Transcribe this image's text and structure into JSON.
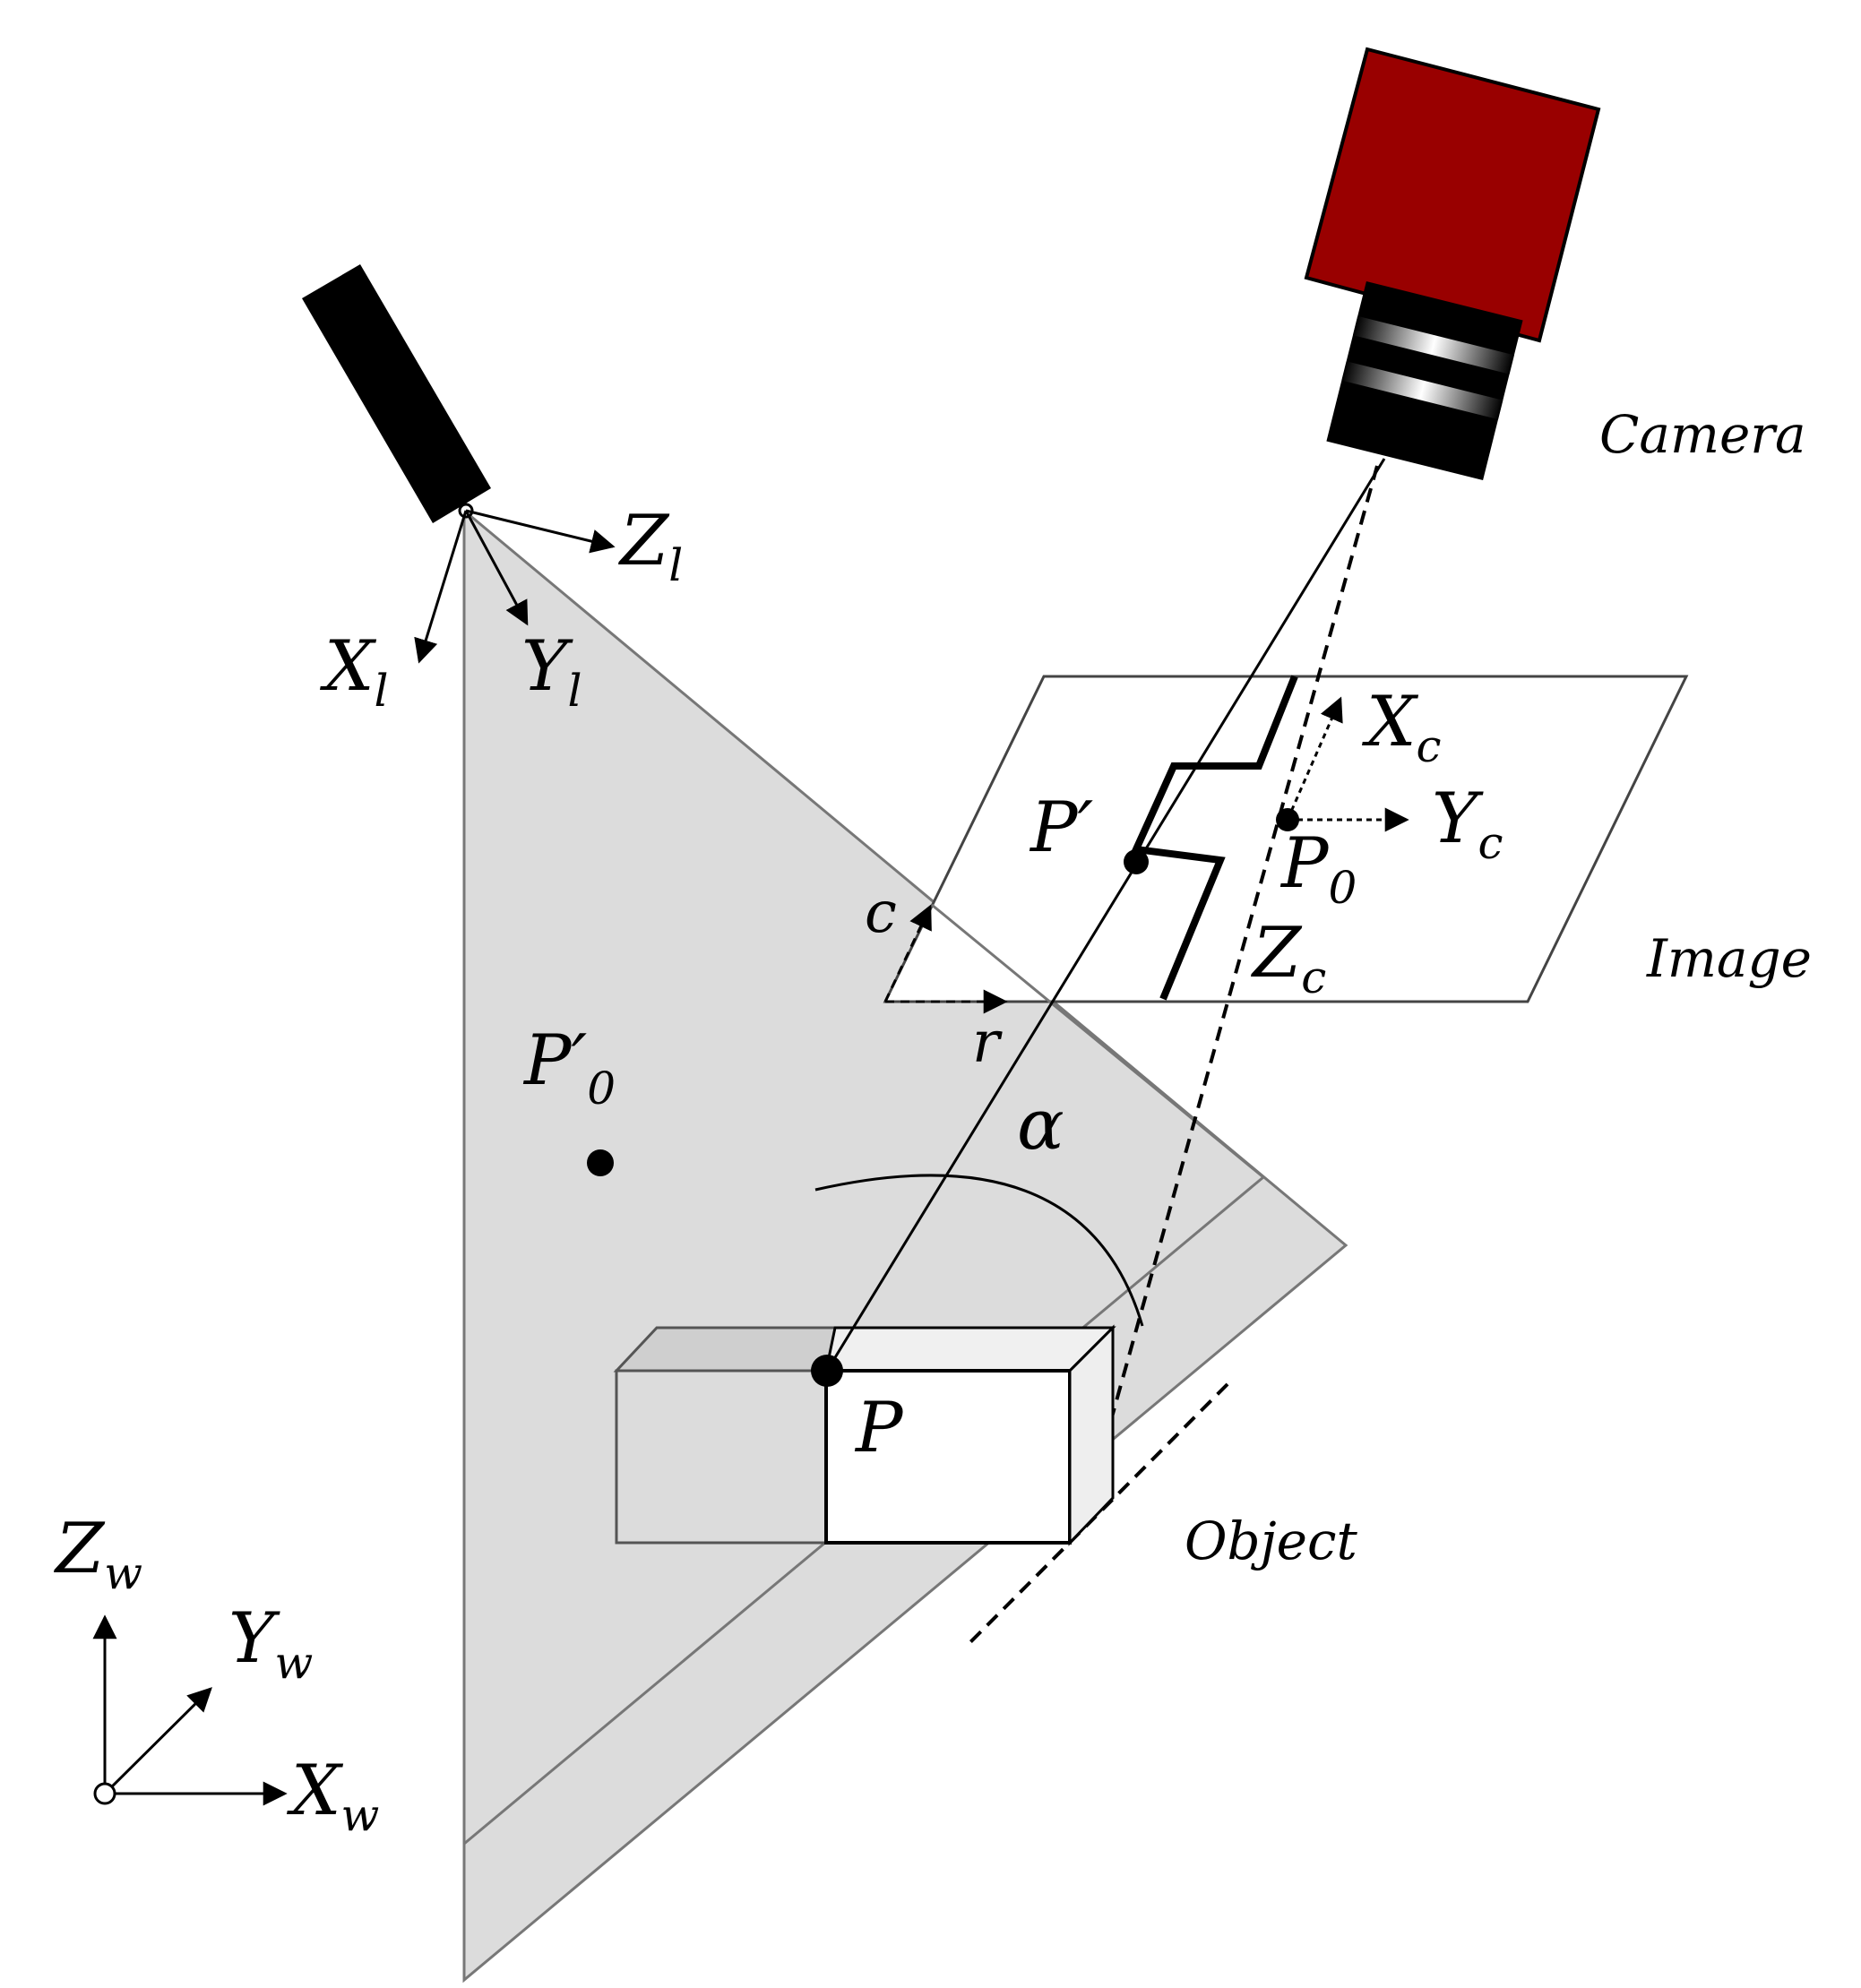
{
  "labels": {
    "camera": "Camera",
    "image": "Image",
    "object": "Object",
    "Xl_main": "X",
    "Xl_sub": "l",
    "Yl_main": "Y",
    "Yl_sub": "l",
    "Zl_main": "Z",
    "Zl_sub": "l",
    "Xc_main": "X",
    "Xc_sub": "c",
    "Yc_main": "Y",
    "Yc_sub": "c",
    "Zc_main": "Z",
    "Zc_sub": "c",
    "Pprime": "P′",
    "P0_main": "P",
    "P0_sub": "0",
    "P0prime_main": "P′",
    "P0prime_sub": "0",
    "P": "P",
    "c": "c",
    "r": "r",
    "alpha": "α",
    "Xw_main": "X",
    "Xw_sub": "w",
    "Yw_main": "Y",
    "Yw_sub": "w",
    "Zw_main": "Z",
    "Zw_sub": "w"
  },
  "colors": {
    "laser_plane": "#d9d9d9",
    "camera_body": "#990000",
    "lens": "#000000",
    "box_front": "#ffffff",
    "box_left": "#dcdcdc"
  }
}
